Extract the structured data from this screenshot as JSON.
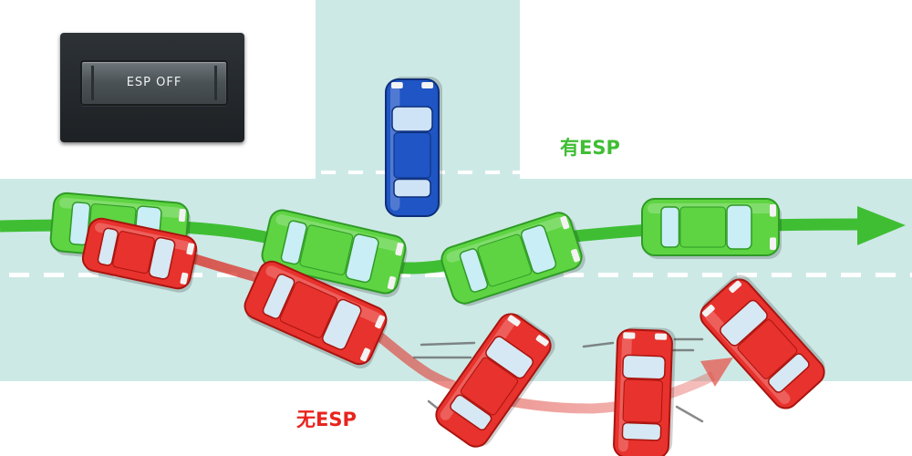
{
  "button": {
    "label": "ESP OFF"
  },
  "labels": {
    "with_esp": "有ESP",
    "without_esp": "无ESP"
  },
  "colors": {
    "road": "#cde9e6",
    "lane_marking": "#ffffff",
    "path_with_esp": "#3fbe34",
    "path_without_esp": "#d8342b",
    "car_green": "#5ed442",
    "car_red": "#e8322d",
    "car_blue": "#1f55c4",
    "panel": "#24292c"
  },
  "cars": [
    {
      "name": "car-green-1",
      "color": "green"
    },
    {
      "name": "car-green-2",
      "color": "green"
    },
    {
      "name": "car-green-3",
      "color": "green"
    },
    {
      "name": "car-green-4",
      "color": "green"
    },
    {
      "name": "car-blue",
      "color": "blue"
    },
    {
      "name": "car-red-1",
      "color": "red"
    },
    {
      "name": "car-red-2",
      "color": "red"
    },
    {
      "name": "car-red-3",
      "color": "red"
    },
    {
      "name": "car-red-4",
      "color": "red"
    },
    {
      "name": "car-red-5",
      "color": "red"
    }
  ]
}
